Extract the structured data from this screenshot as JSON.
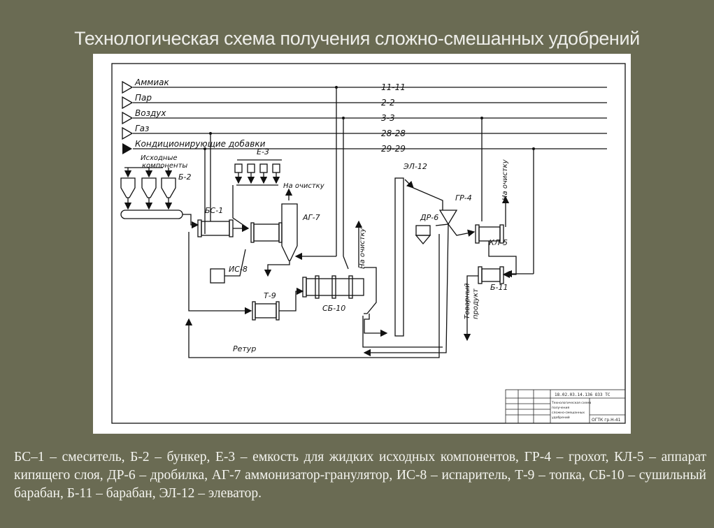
{
  "title": "Технологическая схема получения сложно-смешанных удобрений",
  "streams": [
    {
      "name": "Аммиак",
      "code": "11-11"
    },
    {
      "name": "Пар",
      "code": "2-2"
    },
    {
      "name": "Воздух",
      "code": "3-3"
    },
    {
      "name": "Газ",
      "code": "28-28"
    },
    {
      "name": "Кондиционирующие добавки",
      "code": "29-29"
    }
  ],
  "labels": {
    "source_components_1": "Исходные",
    "source_components_2": "компоненты",
    "b2": "Б-2",
    "e3": "Е-3",
    "bs1": "БС-1",
    "ag7": "АГ-7",
    "is8": "ИС-8",
    "t9": "Т-9",
    "sb10": "СБ-10",
    "el12": "ЭЛ-12",
    "dr6": "ДР-6",
    "gr4": "ГР-4",
    "kl5": "КЛ-5",
    "b11": "Б-11",
    "to_cleaning_1": "На очистку",
    "to_cleaning_2": "На очистку",
    "to_cleaning_3": "На очистку",
    "product_1": "Товарный",
    "product_2": "продукт",
    "return": "Ретур",
    "stamp_code": "18.02.03.14.136 ОЗЗ ТС",
    "stamp_title_1": "Технологическая схема",
    "stamp_title_2": "получения",
    "stamp_title_3": "сложно-смешанных",
    "stamp_title_4": "удобрений",
    "stamp_org": "ОГТК гр.Н-41"
  },
  "legend": "БС–1 – смеситель, Б-2 – бункер, Е-3 – емкость для жидких исходных компонентов, ГР-4 – грохот, КЛ-5 – аппарат кипящего слоя, ДР-6 – дробилка, АГ-7 аммонизатор-гранулятор, ИС-8 – испаритель, Т-9 – топка, СБ-10 – сушильный барабан, Б-11 – барабан, ЭЛ-12 – элеватор.",
  "colors": {
    "background": "#6a6b53",
    "paper": "#ffffff",
    "ink": "#111111",
    "text": "#f4f4ef"
  }
}
